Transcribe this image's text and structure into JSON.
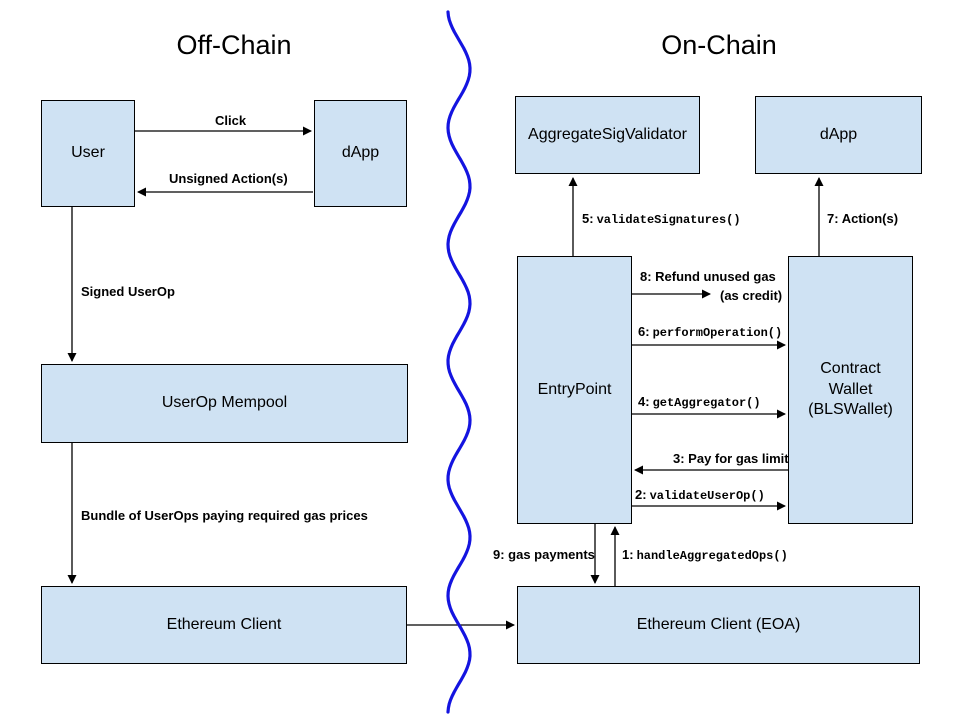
{
  "titles": {
    "off_chain": "Off-Chain",
    "on_chain": "On-Chain"
  },
  "colors": {
    "box_fill": "#cfe2f3",
    "box_border": "#000000",
    "divider_blue": "#1414e0",
    "arrow_black": "#000000"
  },
  "boxes": {
    "user": {
      "label": "User"
    },
    "dapp_offchain": {
      "label": "dApp"
    },
    "userop_mempool": {
      "label": "UserOp Mempool"
    },
    "ethereum_client": {
      "label": "Ethereum Client"
    },
    "aggregate_sig_validator": {
      "label": "AggregateSigValidator"
    },
    "dapp_onchain": {
      "label": "dApp"
    },
    "entry_point": {
      "label": "EntryPoint"
    },
    "contract_wallet": {
      "line1": "Contract",
      "line2": "Wallet",
      "line3": "(BLSWallet)"
    },
    "ethereum_client_eoa": {
      "label": "Ethereum Client (EOA)"
    }
  },
  "edges": {
    "click": {
      "label": "Click"
    },
    "unsigned_actions": {
      "label": "Unsigned Action(s)"
    },
    "signed_userop": {
      "label": "Signed UserOp"
    },
    "bundle_userops": {
      "label": "Bundle of UserOps paying required gas prices"
    },
    "validate_signatures": {
      "prefix": "5:",
      "code": "validateSignatures()"
    },
    "actions": {
      "label": "7: Action(s)"
    },
    "refund_unused_gas": {
      "label": "8: Refund unused gas",
      "label2": "(as credit)"
    },
    "perform_operation": {
      "prefix": "6:",
      "code": "performOperation()"
    },
    "get_aggregator": {
      "prefix": "4:",
      "code": "getAggregator()"
    },
    "pay_for_gas_limit": {
      "label": "3: Pay for gas limit"
    },
    "validate_userop": {
      "prefix": "2:",
      "code": "validateUserOp()"
    },
    "gas_payments": {
      "label": "9: gas payments"
    },
    "handle_aggregated_ops": {
      "prefix": "1:",
      "code": "handleAggregatedOps()"
    }
  }
}
